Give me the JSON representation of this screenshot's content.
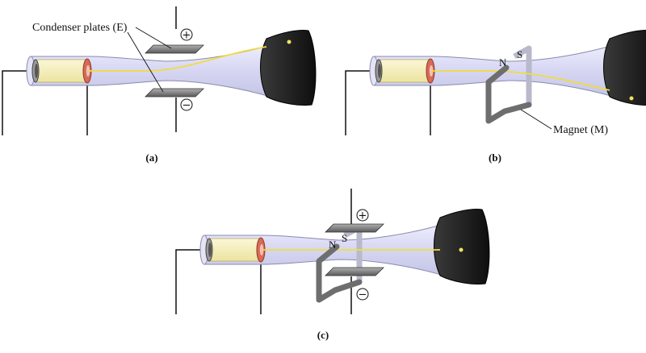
{
  "panels": {
    "a": {
      "caption": "(a)",
      "condenser_label": "Condenser plates (E)",
      "plus_sign": "+",
      "minus_sign": "−"
    },
    "b": {
      "caption": "(b)",
      "magnet_label": "Magnet (M)",
      "north": "N",
      "south": "S"
    },
    "c": {
      "caption": "(c)",
      "north": "N",
      "south": "S",
      "plus_sign": "+",
      "minus_sign": "−"
    }
  },
  "colors": {
    "tube_glass": "#dcdcf5",
    "tube_outline": "#8a8ab0",
    "cathode_yellow": "#f4eeb0",
    "anode_ring": "#d96a55",
    "screen": "#1c1c1c",
    "beam": "#f1dc3c",
    "plate": "#8a8a8a",
    "magnet": "#6e6e6e",
    "magnet_back": "#b9b9cc"
  }
}
